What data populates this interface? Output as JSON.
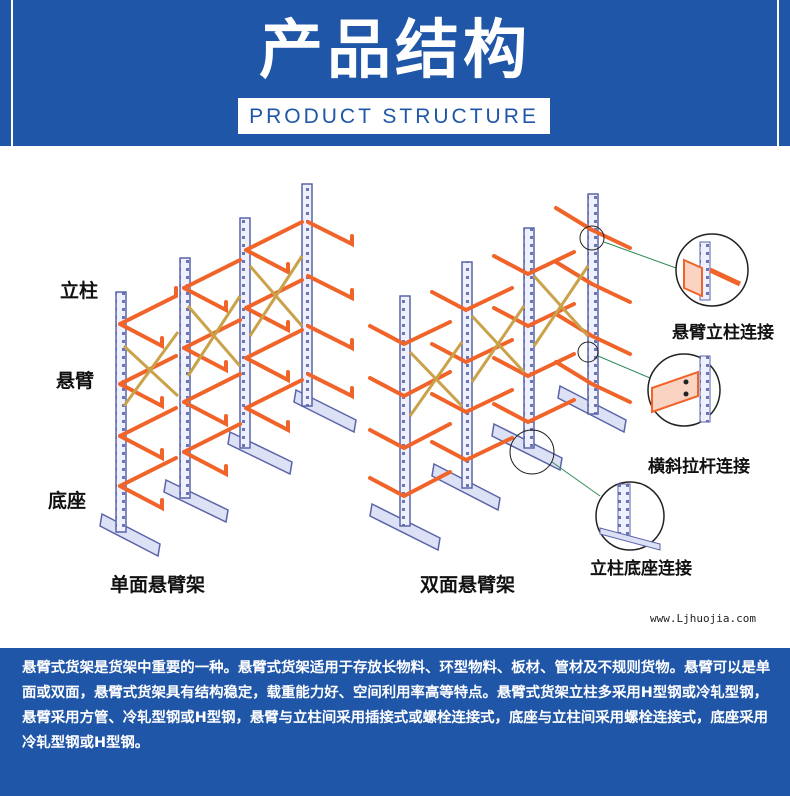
{
  "header": {
    "title": "产品结构",
    "subtitle": "PRODUCT STRUCTURE"
  },
  "diagram": {
    "left_labels": [
      "立柱",
      "悬臂",
      "底座"
    ],
    "caption_single": "单面悬臂架",
    "caption_double": "双面悬臂架",
    "detail_labels": [
      "悬臂立柱连接",
      "横斜拉杆连接",
      "立柱底座连接"
    ],
    "website": "www.Ljhuojia.com"
  },
  "footer": {
    "text": "悬臂式货架是货架中重要的一种。悬臂式货架适用于存放长物料、环型物料、板材、管材及不规则货物。悬臂可以是单面或双面，悬臂式货架具有结构稳定，载重能力好、空间利用率高等特点。悬臂式货架立柱多采用H型钢或冷轧型钢，悬臂采用方管、冷轧型钢或H型钢，悬臂与立柱间采用插接式或螺栓连接式，底座与立柱间采用螺栓连接式，底座采用冷轧型钢或H型钢。"
  },
  "colors": {
    "brand_blue": "#1f56a8",
    "arm_orange": "#f0642a",
    "column_blue": "#6b76b8"
  }
}
